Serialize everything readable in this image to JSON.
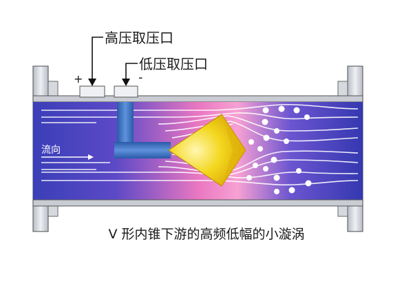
{
  "labels": {
    "high_pressure_port": "高压取压口",
    "low_pressure_port": "低压取压口",
    "plus_sign": "+",
    "minus_sign": "-",
    "flow_direction": "流向",
    "caption": "V 形内锥下游的高频低幅的小漩涡"
  },
  "colors": {
    "pipe_blue": "#3a3fb8",
    "pipe_pink": "#f07ab8",
    "cone_yellow": "#f2d21a",
    "flange_gray": "#cfd3da",
    "tube_blue": "#3b6fc0"
  },
  "icons": {
    "arrow_down": "arrow-down-icon",
    "flow_arrow": "flow-arrow-icon"
  }
}
